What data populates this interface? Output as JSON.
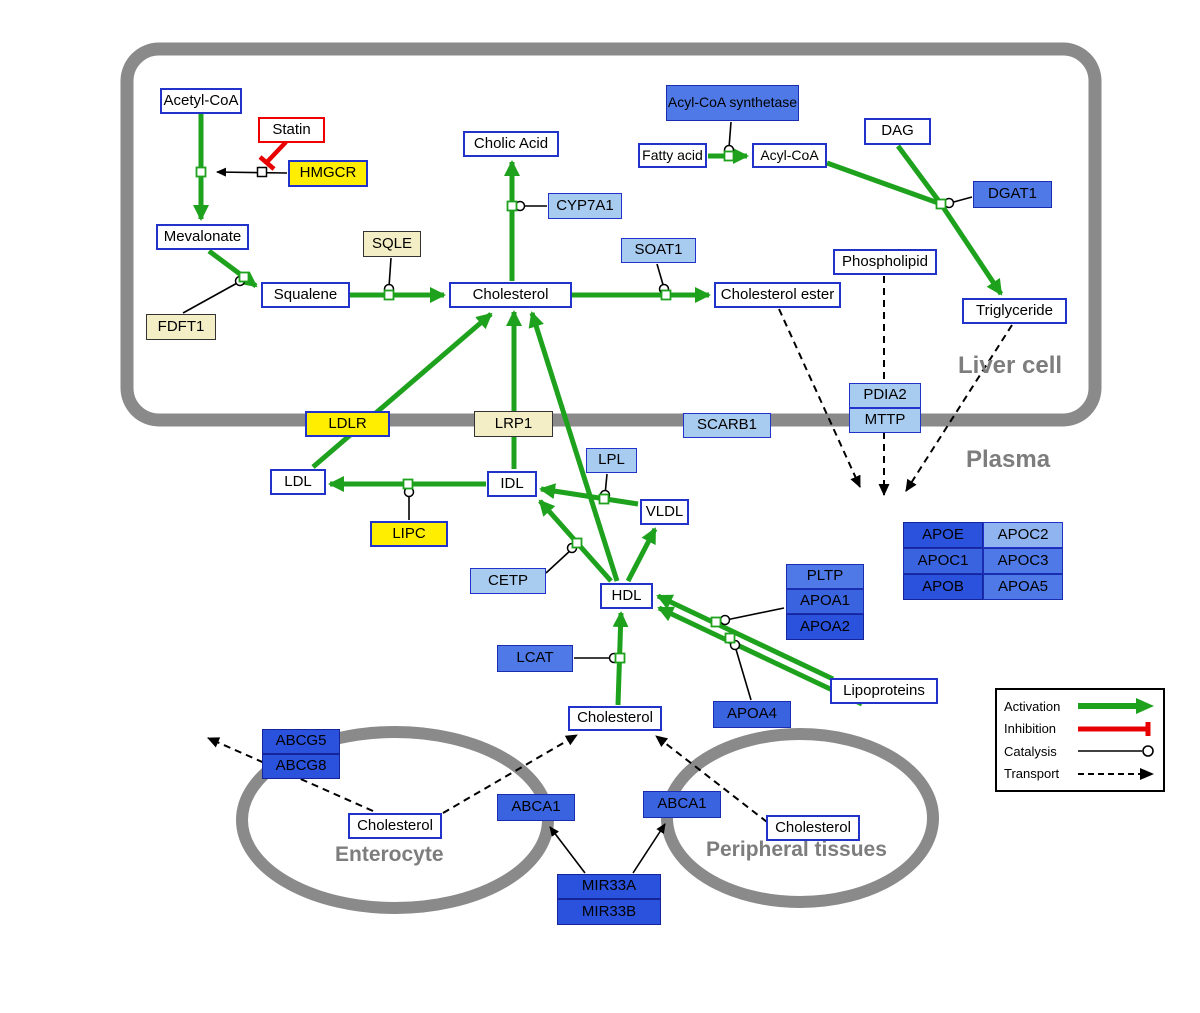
{
  "regions": {
    "liver": "Liver cell",
    "plasma": "Plasma",
    "enterocyte": "Enterocyte",
    "peripheral": "Peripheral tissues"
  },
  "nodes": {
    "acetyl_coa": {
      "label": "Acetyl-CoA"
    },
    "statin": {
      "label": "Statin"
    },
    "hmgcr": {
      "label": "HMGCR"
    },
    "mevalonate": {
      "label": "Mevalonate"
    },
    "fdft1": {
      "label": "FDFT1"
    },
    "squalene": {
      "label": "Squalene"
    },
    "sqle": {
      "label": "SQLE"
    },
    "cholic_acid": {
      "label": "Cholic Acid"
    },
    "cyp7a1": {
      "label": "CYP7A1"
    },
    "cholesterol_liver": {
      "label": "Cholesterol"
    },
    "soat1": {
      "label": "SOAT1"
    },
    "cholesterol_ester": {
      "label": "Cholesterol ester"
    },
    "acyl_coa_synthetase": {
      "label": "Acyl-CoA synthetase"
    },
    "fatty_acid": {
      "label": "Fatty acid"
    },
    "acyl_coa": {
      "label": "Acyl-CoA"
    },
    "dag": {
      "label": "DAG"
    },
    "dgat1": {
      "label": "DGAT1"
    },
    "phospholipid": {
      "label": "Phospholipid"
    },
    "triglyceride": {
      "label": "Triglyceride"
    },
    "pdia2": {
      "label": "PDIA2"
    },
    "mttp": {
      "label": "MTTP"
    },
    "ldlr": {
      "label": "LDLR"
    },
    "lrp1": {
      "label": "LRP1"
    },
    "scarb1": {
      "label": "SCARB1"
    },
    "ldl": {
      "label": "LDL"
    },
    "idl": {
      "label": "IDL"
    },
    "lpl": {
      "label": "LPL"
    },
    "vldl": {
      "label": "VLDL"
    },
    "lipc": {
      "label": "LIPC"
    },
    "cetp": {
      "label": "CETP"
    },
    "hdl": {
      "label": "HDL"
    },
    "pltp": {
      "label": "PLTP"
    },
    "apoa1": {
      "label": "APOA1"
    },
    "apoa2": {
      "label": "APOA2"
    },
    "apoe": {
      "label": "APOE"
    },
    "apoc2": {
      "label": "APOC2"
    },
    "apoc1": {
      "label": "APOC1"
    },
    "apoc3": {
      "label": "APOC3"
    },
    "apob": {
      "label": "APOB"
    },
    "apoa5": {
      "label": "APOA5"
    },
    "lcat": {
      "label": "LCAT"
    },
    "apoa4": {
      "label": "APOA4"
    },
    "lipoproteins": {
      "label": "Lipoproteins"
    },
    "cholesterol_plasma": {
      "label": "Cholesterol"
    },
    "abcg5": {
      "label": "ABCG5"
    },
    "abcg8": {
      "label": "ABCG8"
    },
    "cholesterol_enterocyte": {
      "label": "Cholesterol"
    },
    "abca1_enterocyte": {
      "label": "ABCA1"
    },
    "abca1_peripheral": {
      "label": "ABCA1"
    },
    "cholesterol_peripheral": {
      "label": "Cholesterol"
    },
    "mir33a": {
      "label": "MIR33A"
    },
    "mir33b": {
      "label": "MIR33B"
    }
  },
  "legend": {
    "items": [
      {
        "label": "Activation",
        "type": "activation"
      },
      {
        "label": "Inhibition",
        "type": "inhibition"
      },
      {
        "label": "Catalysis",
        "type": "catalysis"
      },
      {
        "label": "Transport",
        "type": "transport"
      }
    ]
  },
  "colors": {
    "activation": "#1ea21e",
    "inhibition": "#e80000",
    "catalysis": "#000000",
    "transport": "#000000",
    "membrane": "#8a8a8a",
    "metabolite_border": "#2233cc",
    "gene_bright_yellow": "#ffee00",
    "gene_pale_yellow": "#f3eec5",
    "protein_pale_blue": "#a8cbf0",
    "protein_light_blue": "#8fb4ef",
    "protein_medium_blue": "#4e79e6",
    "protein_dark_blue": "#2a52dc"
  }
}
